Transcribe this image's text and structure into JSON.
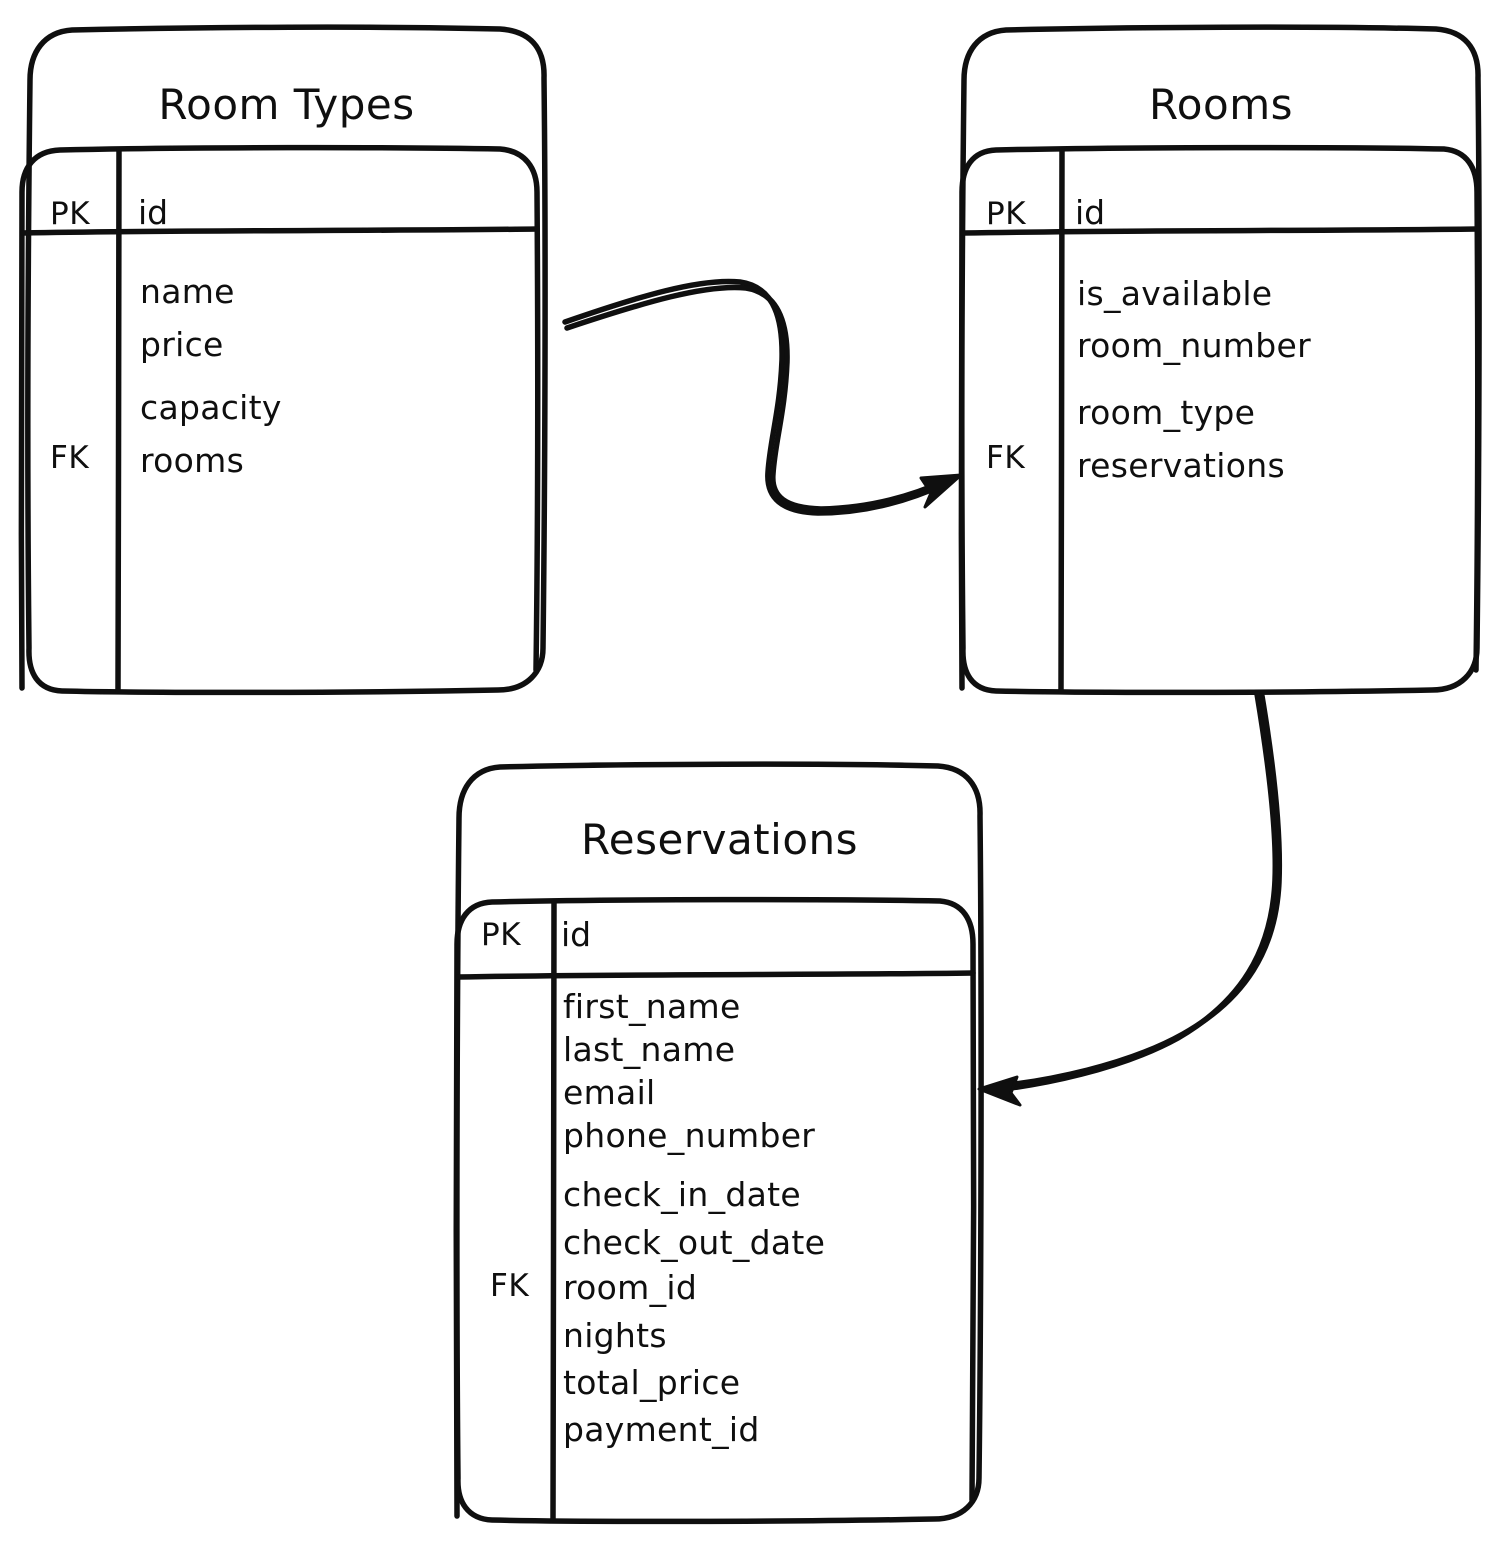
{
  "diagram": {
    "kind": "entity-relationship-diagram",
    "style": "hand-drawn-sketch",
    "background_color": "#ffffff",
    "stroke_color": "#0f0f0f",
    "text_color": "#0f0f0f"
  },
  "entities": [
    {
      "id": "room_types",
      "title": "Room Types",
      "primary_key": {
        "key": "PK",
        "field": "id"
      },
      "foreign_key_marker": "FK",
      "fields": [
        "name",
        "price",
        "capacity",
        "rooms"
      ]
    },
    {
      "id": "rooms",
      "title": "Rooms",
      "primary_key": {
        "key": "PK",
        "field": "id"
      },
      "foreign_key_marker": "FK",
      "fields": [
        "is_available",
        "room_number",
        "room_type",
        "reservations"
      ]
    },
    {
      "id": "reservations",
      "title": "Reservations",
      "primary_key": {
        "key": "PK",
        "field": "id"
      },
      "foreign_key_marker": "FK",
      "fields": [
        "first_name",
        "last_name",
        "email",
        "phone_number",
        "check_in_date",
        "check_out_date",
        "room_id",
        "nights",
        "total_price",
        "payment_id"
      ]
    }
  ],
  "relationships": [
    {
      "id": "rel_room_types_rooms",
      "from": "room_types",
      "to": "rooms",
      "arrow": "end"
    },
    {
      "id": "rel_rooms_reservations",
      "from": "rooms",
      "to": "reservations",
      "arrow": "end"
    }
  ]
}
